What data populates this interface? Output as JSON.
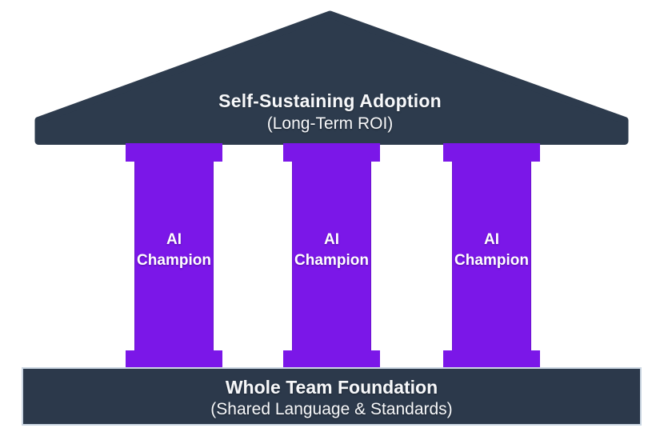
{
  "diagram": {
    "type": "temple-pillars",
    "roof": {
      "title": "Self-Sustaining Adoption",
      "subtitle": "(Long-Term ROI)"
    },
    "pillars": [
      {
        "label": "AI\nChampion"
      },
      {
        "label": "AI\nChampion"
      },
      {
        "label": "AI\nChampion"
      }
    ],
    "foundation": {
      "title": "Whole Team Foundation",
      "subtitle": "(Shared Language & Standards)"
    }
  },
  "colors": {
    "background": "#FFFFFF",
    "roof_fill": "#2D3B4D",
    "pillar_fill": "#7B17E8",
    "foundation_fill": "#2C394B",
    "text_light": "#F7F8FA"
  }
}
